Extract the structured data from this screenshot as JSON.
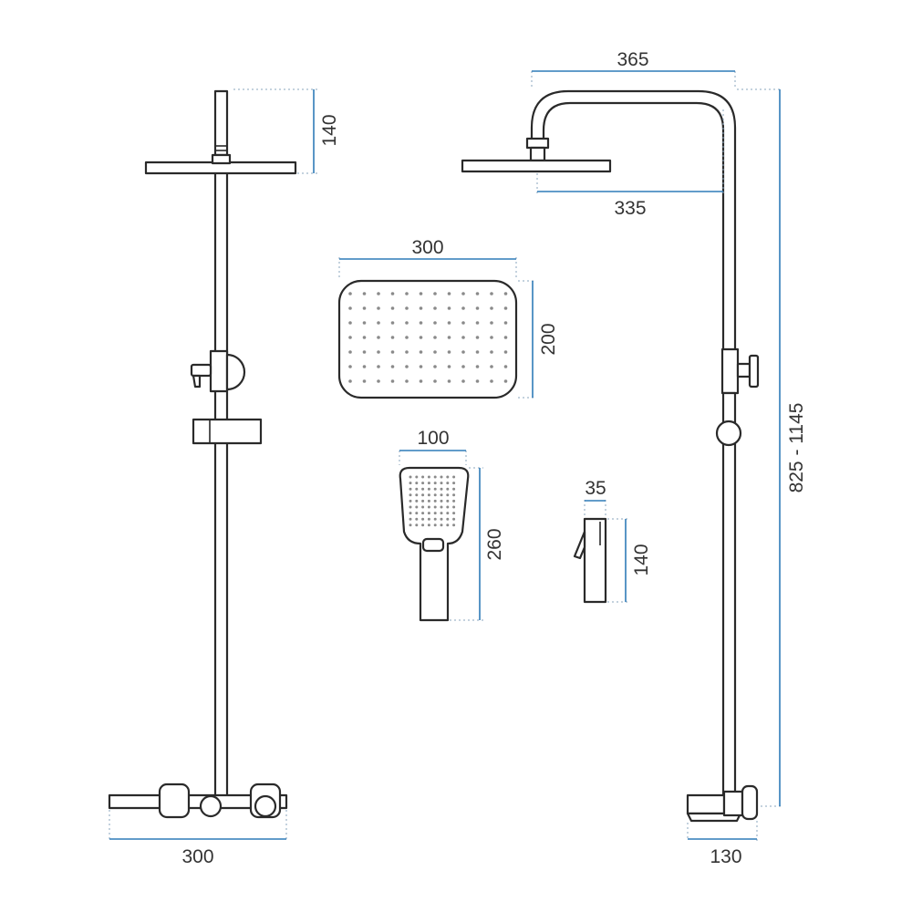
{
  "colors": {
    "outline": "#2a2a2a",
    "dimension_line": "#2f7bb8",
    "extension_line": "#8aa6bd",
    "text": "#333333",
    "background": "#ffffff"
  },
  "dimensions": {
    "front_top_height": "140",
    "front_bottom_width": "300",
    "side_total_reach": "365",
    "side_arm_reach": "335",
    "side_height_range": "825 - 1145",
    "side_bottom_depth": "130",
    "head_width": "300",
    "head_height": "200",
    "hand_width": "100",
    "hand_height": "260",
    "holder_width": "35",
    "holder_height": "140"
  }
}
